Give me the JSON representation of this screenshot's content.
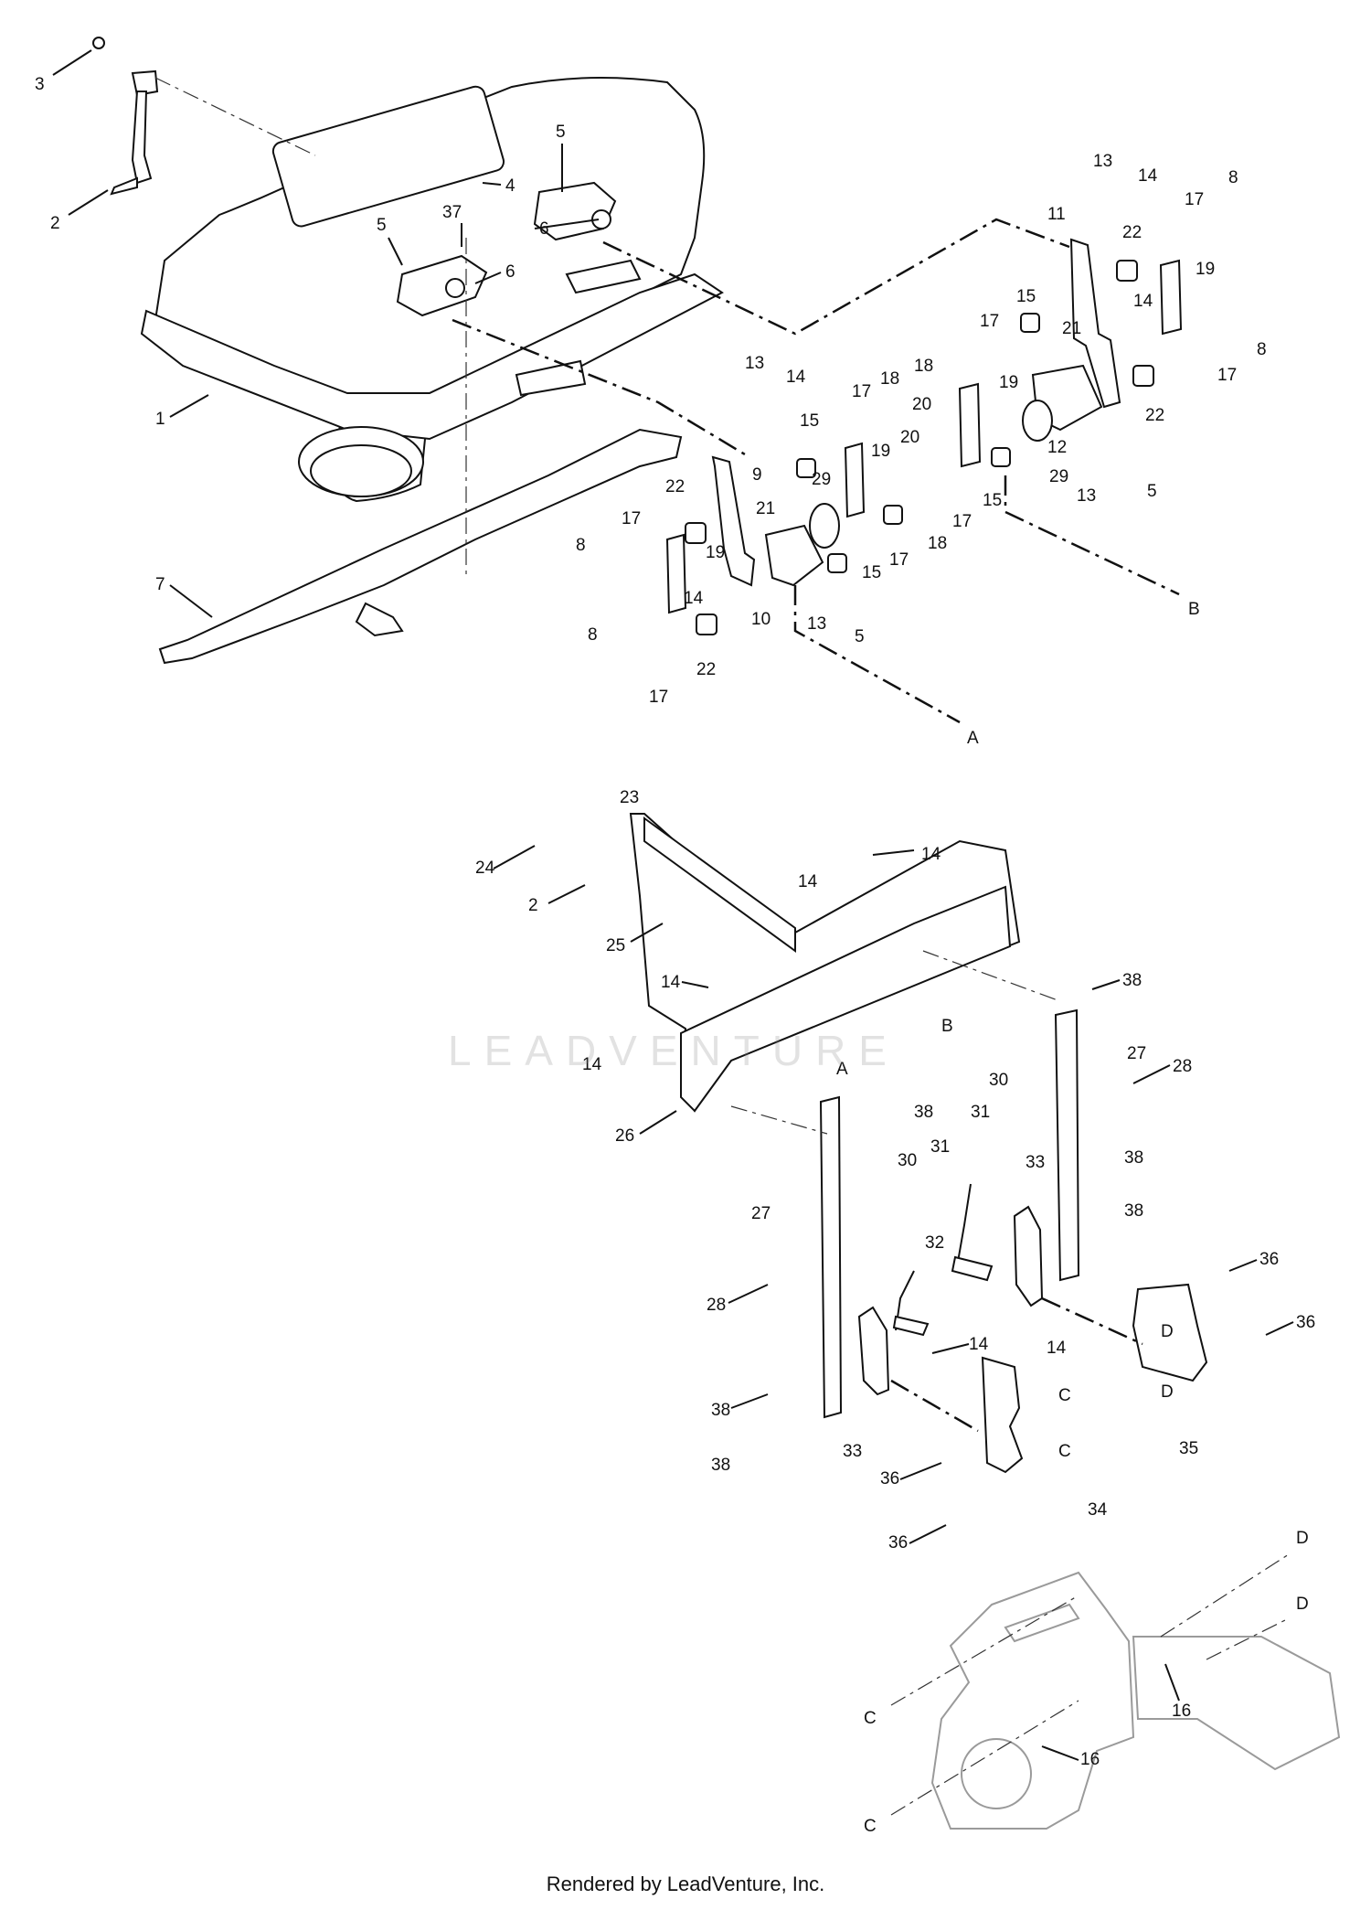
{
  "footer": "Rendered by LeadVenture, Inc.",
  "watermark": "LEADVENTURE",
  "callouts": [
    {
      "id": "c3",
      "text": "3"
    },
    {
      "id": "c2a",
      "text": "2"
    },
    {
      "id": "c4",
      "text": "4"
    },
    {
      "id": "c5a",
      "text": "5"
    },
    {
      "id": "c37",
      "text": "37"
    },
    {
      "id": "c5b",
      "text": "5"
    },
    {
      "id": "c6a",
      "text": "6"
    },
    {
      "id": "c6b",
      "text": "6"
    },
    {
      "id": "c1",
      "text": "1"
    },
    {
      "id": "c7",
      "text": "7"
    },
    {
      "id": "c13a",
      "text": "13"
    },
    {
      "id": "c14a",
      "text": "14"
    },
    {
      "id": "c8a",
      "text": "8"
    },
    {
      "id": "c11",
      "text": "11"
    },
    {
      "id": "c17a",
      "text": "17"
    },
    {
      "id": "c22a",
      "text": "22"
    },
    {
      "id": "c19a",
      "text": "19"
    },
    {
      "id": "c14b",
      "text": "14"
    },
    {
      "id": "c8b",
      "text": "8"
    },
    {
      "id": "c15a",
      "text": "15"
    },
    {
      "id": "c17b",
      "text": "17"
    },
    {
      "id": "c21a",
      "text": "21"
    },
    {
      "id": "c17c",
      "text": "17"
    },
    {
      "id": "c22b",
      "text": "22"
    },
    {
      "id": "c18a",
      "text": "18"
    },
    {
      "id": "c19b",
      "text": "19"
    },
    {
      "id": "c12",
      "text": "12"
    },
    {
      "id": "c20a",
      "text": "20"
    },
    {
      "id": "c5c",
      "text": "5"
    },
    {
      "id": "c13b",
      "text": "13"
    },
    {
      "id": "c29a",
      "text": "29"
    },
    {
      "id": "c15b",
      "text": "15"
    },
    {
      "id": "c17d",
      "text": "17"
    },
    {
      "id": "c18b",
      "text": "18"
    },
    {
      "id": "c20b",
      "text": "20"
    },
    {
      "id": "cB1",
      "text": "B"
    },
    {
      "id": "c13c",
      "text": "13"
    },
    {
      "id": "c14c",
      "text": "14"
    },
    {
      "id": "c17e",
      "text": "17"
    },
    {
      "id": "c18c",
      "text": "18"
    },
    {
      "id": "c15c",
      "text": "15"
    },
    {
      "id": "c19c",
      "text": "19"
    },
    {
      "id": "c9",
      "text": "9"
    },
    {
      "id": "c29b",
      "text": "29"
    },
    {
      "id": "c22c",
      "text": "22"
    },
    {
      "id": "c21b",
      "text": "21"
    },
    {
      "id": "c17f",
      "text": "17"
    },
    {
      "id": "c8c",
      "text": "8"
    },
    {
      "id": "c19d",
      "text": "19"
    },
    {
      "id": "c15d",
      "text": "15"
    },
    {
      "id": "c17g",
      "text": "17"
    },
    {
      "id": "c14d",
      "text": "14"
    },
    {
      "id": "c10",
      "text": "10"
    },
    {
      "id": "c13d",
      "text": "13"
    },
    {
      "id": "c5d",
      "text": "5"
    },
    {
      "id": "c8d",
      "text": "8"
    },
    {
      "id": "c22d",
      "text": "22"
    },
    {
      "id": "c17h",
      "text": "17"
    },
    {
      "id": "cA1",
      "text": "A"
    },
    {
      "id": "c23",
      "text": "23"
    },
    {
      "id": "c24",
      "text": "24"
    },
    {
      "id": "c14e",
      "text": "14"
    },
    {
      "id": "c2b",
      "text": "2"
    },
    {
      "id": "c14f",
      "text": "14"
    },
    {
      "id": "c25",
      "text": "25"
    },
    {
      "id": "c14g",
      "text": "14"
    },
    {
      "id": "cB2",
      "text": "B"
    },
    {
      "id": "c38a",
      "text": "38"
    },
    {
      "id": "c14h",
      "text": "14"
    },
    {
      "id": "cA2",
      "text": "A"
    },
    {
      "id": "c27a",
      "text": "27"
    },
    {
      "id": "c28a",
      "text": "28"
    },
    {
      "id": "c30a",
      "text": "30"
    },
    {
      "id": "c26",
      "text": "26"
    },
    {
      "id": "c38b",
      "text": "38"
    },
    {
      "id": "c31a",
      "text": "31"
    },
    {
      "id": "c33a",
      "text": "33"
    },
    {
      "id": "c30b",
      "text": "30"
    },
    {
      "id": "c31b",
      "text": "31"
    },
    {
      "id": "c38c",
      "text": "38"
    },
    {
      "id": "c27b",
      "text": "27"
    },
    {
      "id": "c38d",
      "text": "38"
    },
    {
      "id": "c32",
      "text": "32"
    },
    {
      "id": "c36a",
      "text": "36"
    },
    {
      "id": "c28b",
      "text": "28"
    },
    {
      "id": "c14i",
      "text": "14"
    },
    {
      "id": "c36b",
      "text": "36"
    },
    {
      "id": "cD1",
      "text": "D"
    },
    {
      "id": "c14j",
      "text": "14"
    },
    {
      "id": "cD2",
      "text": "D"
    },
    {
      "id": "c38e",
      "text": "38"
    },
    {
      "id": "c33b",
      "text": "33"
    },
    {
      "id": "cC1",
      "text": "C"
    },
    {
      "id": "c35",
      "text": "35"
    },
    {
      "id": "c38f",
      "text": "38"
    },
    {
      "id": "cC2",
      "text": "C"
    },
    {
      "id": "c36c",
      "text": "36"
    },
    {
      "id": "c34",
      "text": "34"
    },
    {
      "id": "c36d",
      "text": "36"
    },
    {
      "id": "cD3",
      "text": "D"
    },
    {
      "id": "cD4",
      "text": "D"
    },
    {
      "id": "c16a",
      "text": "16"
    },
    {
      "id": "cC3",
      "text": "C"
    },
    {
      "id": "c16b",
      "text": "16"
    },
    {
      "id": "cC4",
      "text": "C"
    }
  ]
}
